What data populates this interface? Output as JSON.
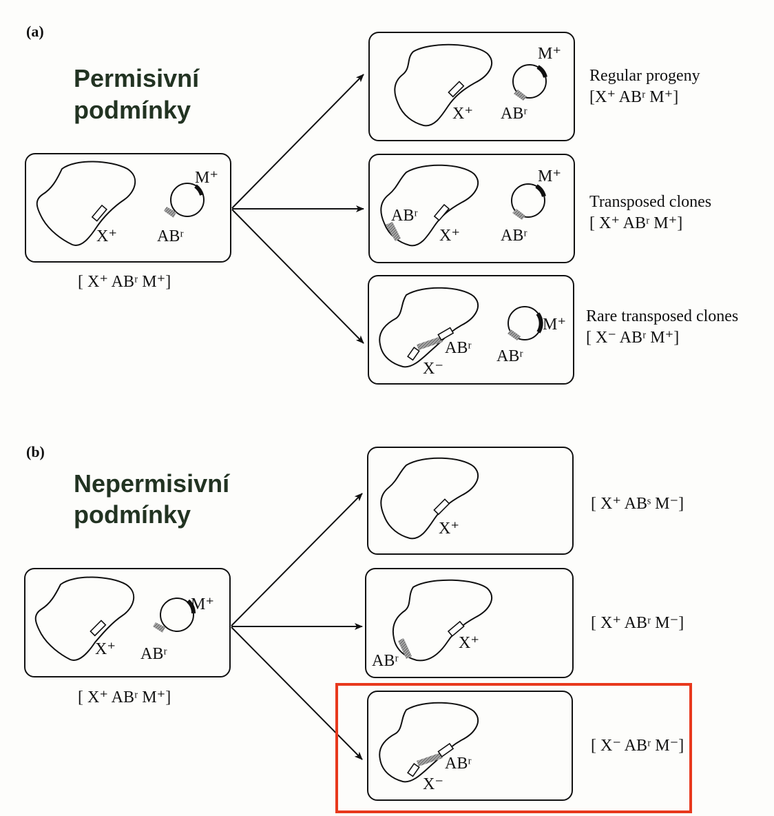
{
  "panel_a": {
    "letter": "(a)",
    "title_line1": "Permisivní",
    "title_line2": "podmínky",
    "parent": {
      "genotype": "[ X⁺ ABʳ M⁺]",
      "labels": {
        "x": "X⁺",
        "abr": "ABʳ",
        "m": "M⁺"
      }
    },
    "outcomes": [
      {
        "caption": "Regular progeny",
        "genotype": "[X⁺ ABʳ M⁺]",
        "labels": {
          "x": "X⁺",
          "abr": "ABʳ",
          "m": "M⁺"
        }
      },
      {
        "caption": "Transposed clones",
        "genotype": "[ X⁺ ABʳ M⁺]",
        "labels": {
          "chrom_abr": "ABʳ",
          "x": "X⁺",
          "abr": "ABʳ",
          "m": "M⁺"
        }
      },
      {
        "caption": "Rare transposed clones",
        "genotype": "[ X⁻ ABʳ M⁺]",
        "labels": {
          "chrom_abr": "ABʳ",
          "x": "X⁻",
          "abr": "ABʳ",
          "m": "M⁺"
        }
      }
    ]
  },
  "panel_b": {
    "letter": "(b)",
    "title_line1": "Nepermisivní",
    "title_line2": "podmínky",
    "parent": {
      "genotype": "[ X⁺ ABʳ M⁺]",
      "labels": {
        "x": "X⁺",
        "abr": "ABʳ",
        "m": "M⁺"
      }
    },
    "outcomes": [
      {
        "genotype": "[ X⁺ ABˢ M⁻]",
        "labels": {
          "x": "X⁺"
        }
      },
      {
        "genotype": "[ X⁺ ABʳ M⁻]",
        "labels": {
          "x": "X⁺",
          "chrom_abr": "ABʳ"
        }
      },
      {
        "genotype": "[ X⁻ ABʳ M⁻]",
        "labels": {
          "x": "X⁻",
          "chrom_abr": "ABʳ"
        },
        "highlighted": true
      }
    ]
  },
  "colors": {
    "highlight": "#e8391d",
    "title": "#223322",
    "ink": "#111111"
  }
}
